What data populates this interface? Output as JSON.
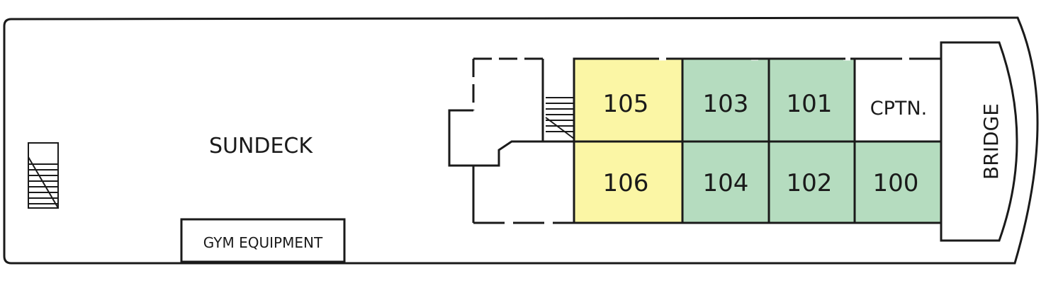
{
  "deck": {
    "sundeck_label": "SUNDECK",
    "gym_label": "GYM EQUIPMENT",
    "bridge_label": "BRIDGE"
  },
  "cabins": [
    {
      "id": "c105",
      "label": "105",
      "color": "#fbf6a5"
    },
    {
      "id": "c103",
      "label": "103",
      "color": "#b5dcbf"
    },
    {
      "id": "c101",
      "label": "101",
      "color": "#b5dcbf"
    },
    {
      "id": "cptn",
      "label": "CPTN.",
      "color": "#ffffff"
    },
    {
      "id": "c106",
      "label": "106",
      "color": "#fbf6a5"
    },
    {
      "id": "c104",
      "label": "104",
      "color": "#b5dcbf"
    },
    {
      "id": "c102",
      "label": "102",
      "color": "#b5dcbf"
    },
    {
      "id": "c100",
      "label": "100",
      "color": "#b5dcbf"
    }
  ],
  "colors": {
    "outline": "#1a1a1a",
    "cabin_category_yellow": "#fbf6a5",
    "cabin_category_green": "#b5dcbf"
  }
}
